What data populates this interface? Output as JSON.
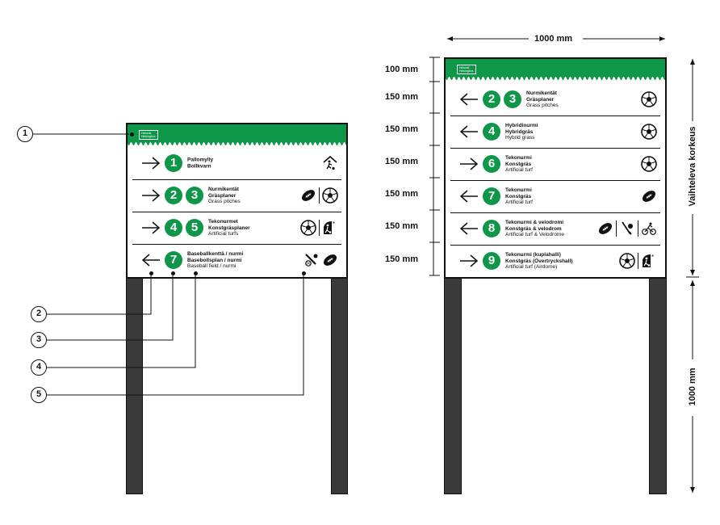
{
  "callouts": [
    "1",
    "2",
    "3",
    "4",
    "5"
  ],
  "sign_small": {
    "logo": "Helsinki\nHelsingfors",
    "rows": [
      {
        "arrow": "right",
        "numbers": [
          "1"
        ],
        "lines": [
          "Pallomylly",
          "Bollkvarn",
          ""
        ],
        "icons": [
          "indoor-football-icon"
        ]
      },
      {
        "arrow": "right",
        "numbers": [
          "2",
          "3"
        ],
        "lines": [
          "Nurmikentät",
          "Gräsplaner",
          "Grass pitches"
        ],
        "icons": [
          "american-football-icon",
          "|",
          "soccer-ball-icon"
        ]
      },
      {
        "arrow": "right",
        "numbers": [
          "4",
          "5"
        ],
        "lines": [
          "Tekonurmet",
          "Konstgräsplaner",
          "Artificial turfs"
        ],
        "icons": [
          "soccer-ball-icon",
          "|",
          "airdome-football-icon"
        ]
      },
      {
        "arrow": "left",
        "numbers": [
          "7"
        ],
        "lines": [
          "Baseballkenttä / nurmi",
          "Basebollsplan / nurmi",
          "Baseball field / nurmi"
        ],
        "icons": [
          "baseball-icon",
          "american-football-icon"
        ]
      }
    ]
  },
  "sign_large": {
    "logo": "Helsinki\nHelsingfors",
    "rows": [
      {
        "arrow": "left",
        "numbers": [
          "2",
          "3"
        ],
        "lines": [
          "Nurmikentät",
          "Gräsplaner",
          "Grass pitches"
        ],
        "icons": [
          "soccer-ball-icon"
        ]
      },
      {
        "arrow": "left",
        "numbers": [
          "4"
        ],
        "lines": [
          "Hybridinurmi",
          "Hybridgräs",
          "Hybrid grass"
        ],
        "icons": [
          "soccer-ball-icon"
        ]
      },
      {
        "arrow": "right",
        "numbers": [
          "6"
        ],
        "lines": [
          "Tekonurmi",
          "Konstgräs",
          "Artificial turf"
        ],
        "icons": [
          "soccer-ball-icon"
        ]
      },
      {
        "arrow": "left",
        "numbers": [
          "7"
        ],
        "lines": [
          "Tekonurmi",
          "Konstgräs",
          "Artificial turf"
        ],
        "icons": [
          "american-football-icon"
        ]
      },
      {
        "arrow": "left",
        "numbers": [
          "8"
        ],
        "lines": [
          "Tekonurmi & velodromi",
          "Konstgräs & velodrom",
          "Artificial turf & Velodrome"
        ],
        "icons": [
          "american-football-icon",
          "|",
          "hockey-icon",
          "|",
          "cycling-icon"
        ]
      },
      {
        "arrow": "right",
        "numbers": [
          "9"
        ],
        "lines": [
          "Tekonurmi (kuplahalli)",
          "Konstgräs (Övertryckshall)",
          "Artificial turf (Airdome)"
        ],
        "icons": [
          "soccer-ball-icon",
          "|",
          "airdome-football-icon"
        ]
      }
    ]
  },
  "dimensions": {
    "width": "1000 mm",
    "row_heights": [
      "100 mm",
      "150 mm",
      "150 mm",
      "150 mm",
      "150 mm",
      "150 mm",
      "150 mm"
    ],
    "variable_height": "Vaihteleva korkeus",
    "post_height": "1000 mm"
  },
  "colors": {
    "green": "#0e9748",
    "post": "#3a3a3a"
  }
}
